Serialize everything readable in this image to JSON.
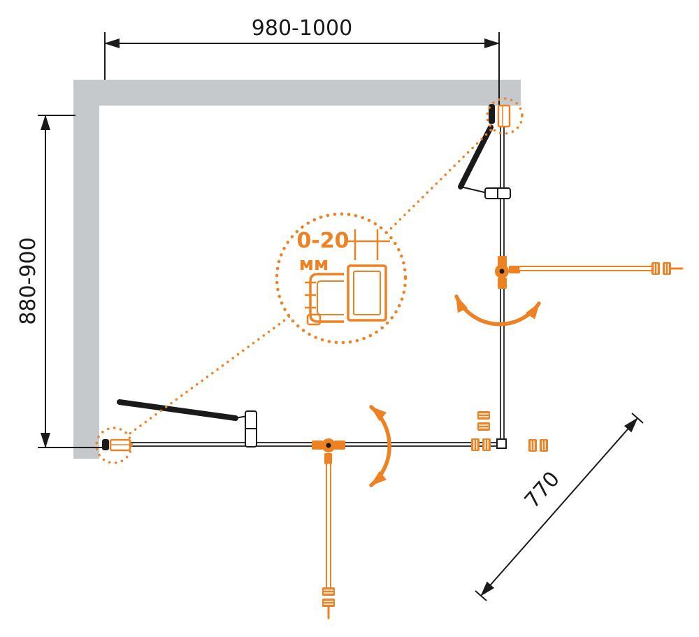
{
  "diagram": {
    "title": "Shower enclosure top-view installation drawing",
    "labels": {
      "width_range": "980-1000",
      "depth_range": "880-900",
      "diagonal_door_width": "770",
      "wall_profile_adjustment": "0-20",
      "adjustment_unit": "мм"
    },
    "colors": {
      "accent_orange": "#EE8122",
      "drawing_black": "#1A1A1A",
      "wall_gray": "#C5C9CC",
      "background": "#FFFFFF"
    }
  }
}
